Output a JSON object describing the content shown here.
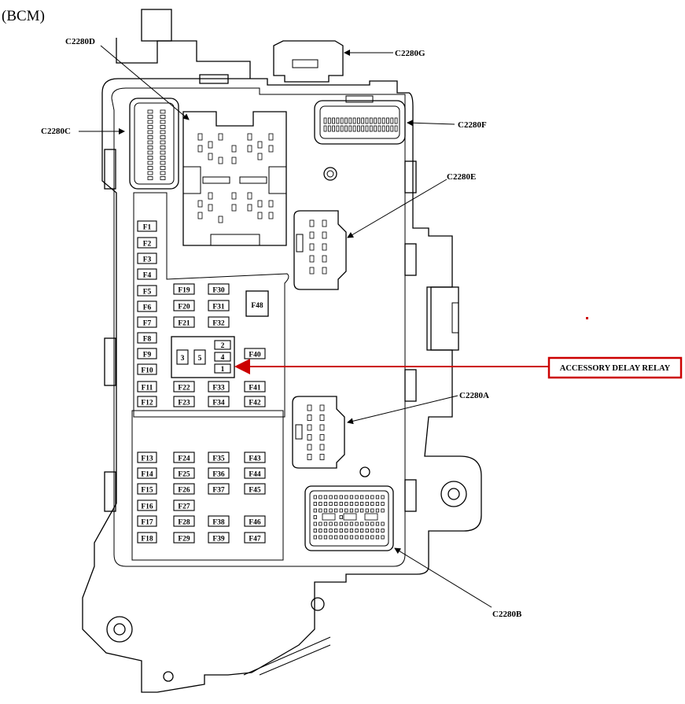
{
  "title": "(BCM)",
  "connectors": {
    "c2280a": "C2280A",
    "c2280b": "C2280B",
    "c2280c": "C2280C",
    "c2280d": "C2280D",
    "c2280e": "C2280E",
    "c2280f": "C2280F",
    "c2280g": "C2280G"
  },
  "callout": {
    "label": "ACCESSORY DELAY RELAY",
    "color": "#cc0000"
  },
  "fuses": {
    "col1": [
      "F1",
      "F2",
      "F3",
      "F4",
      "F5",
      "F6",
      "F7",
      "F8",
      "F9",
      "F10",
      "F11",
      "F12",
      "F13",
      "F14",
      "F15",
      "F16",
      "F17",
      "F18"
    ],
    "col2": [
      "F19",
      "F20",
      "F21",
      "F22",
      "F23",
      "F24",
      "F25",
      "F26",
      "F27",
      "F28",
      "F29"
    ],
    "col3": [
      "F30",
      "F31",
      "F32",
      "F33",
      "F34",
      "F35",
      "F36",
      "F37",
      "F38",
      "F39"
    ],
    "col4": [
      "F40",
      "F41",
      "F42",
      "F43",
      "F44",
      "F45",
      "F46",
      "F47"
    ],
    "big": "F48"
  },
  "relay_pins": [
    "1",
    "2",
    "3",
    "4",
    "5"
  ]
}
